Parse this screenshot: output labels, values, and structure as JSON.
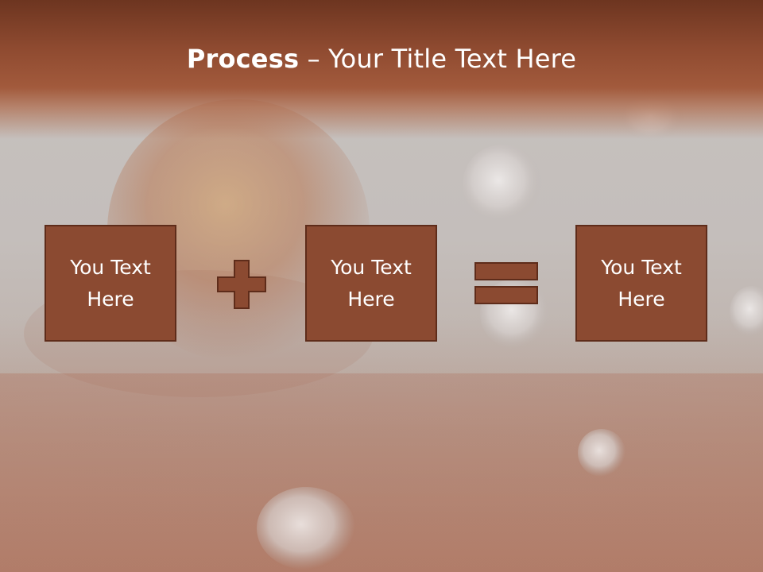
{
  "slide": {
    "title_bold": "Process",
    "title_rest": " – Your Title Text Here"
  },
  "process": {
    "boxes": [
      {
        "text": "You Text Here"
      },
      {
        "text": "You Text Here"
      },
      {
        "text": "You Text Here"
      }
    ],
    "operators": [
      "plus-icon",
      "equals-icon"
    ]
  },
  "colors": {
    "header_dark": "#6d3520",
    "header_mid": "#a25a3c",
    "box_fill": "#8b4a31",
    "box_border": "#5e2c1a",
    "text": "#ffffff"
  }
}
